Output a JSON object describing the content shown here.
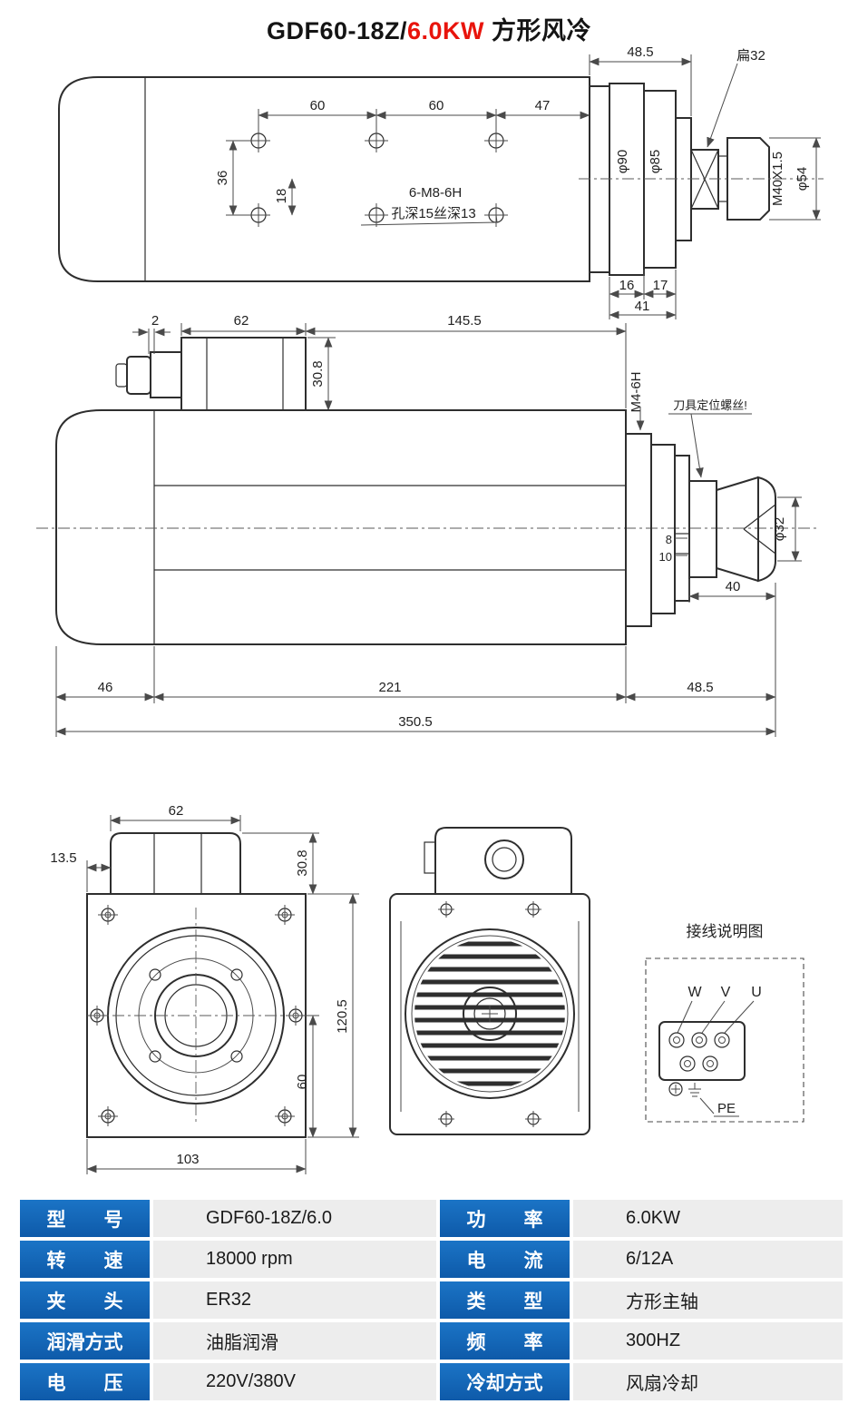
{
  "title": {
    "part1": "GDF60-18Z/",
    "part2": "6.0KW",
    "part3": " 方形风冷"
  },
  "drawings": {
    "top": {
      "d485": "48.5",
      "flat": "扁32",
      "d60a": "60",
      "d60b": "60",
      "d47": "47",
      "d36": "36",
      "d18": "18",
      "note1": "6-M8-6H",
      "note2": "孔深15丝深13",
      "d90": "φ90",
      "d85": "φ85",
      "m40": "M40X1.5",
      "d54": "φ54",
      "d16": "16",
      "d17": "17",
      "d41": "41"
    },
    "side": {
      "d2": "2",
      "d62": "62",
      "d1455": "145.5",
      "d308": "30.8",
      "m4": "M4-6H",
      "note": "刀具定位螺丝!",
      "d8": "8",
      "d10": "10",
      "d32": "φ32",
      "d40": "40",
      "d46": "46",
      "d221": "221",
      "d485": "48.5",
      "d3505": "350.5"
    },
    "front": {
      "d62": "62",
      "d135": "13.5",
      "d308": "30.8",
      "d1205": "120.5",
      "d60": "60",
      "d103": "103"
    },
    "wiring": {
      "title": "接线说明图",
      "w": "W",
      "v": "V",
      "u": "U",
      "pe": "PE"
    }
  },
  "table": {
    "rows": [
      {
        "l1": "型　　号",
        "v1": "GDF60-18Z/6.0",
        "l2": "功　　率",
        "v2": "6.0KW"
      },
      {
        "l1": "转　　速",
        "v1": "18000 rpm",
        "l2": "电　　流",
        "v2": "6/12A"
      },
      {
        "l1": "夹　　头",
        "v1": "ER32",
        "l2": "类　　型",
        "v2": "方形主轴"
      },
      {
        "l1": "润滑方式",
        "v1": "油脂润滑",
        "l2": "频　　率",
        "v2": "300HZ"
      },
      {
        "l1": "电　　压",
        "v1": "220V/380V",
        "l2": "冷却方式",
        "v2": "风扇冷却"
      }
    ]
  },
  "colors": {
    "accent_blue": "#1063b1",
    "title_red": "#e8140c",
    "value_bg": "#ededed",
    "line": "#2e2e2e"
  }
}
